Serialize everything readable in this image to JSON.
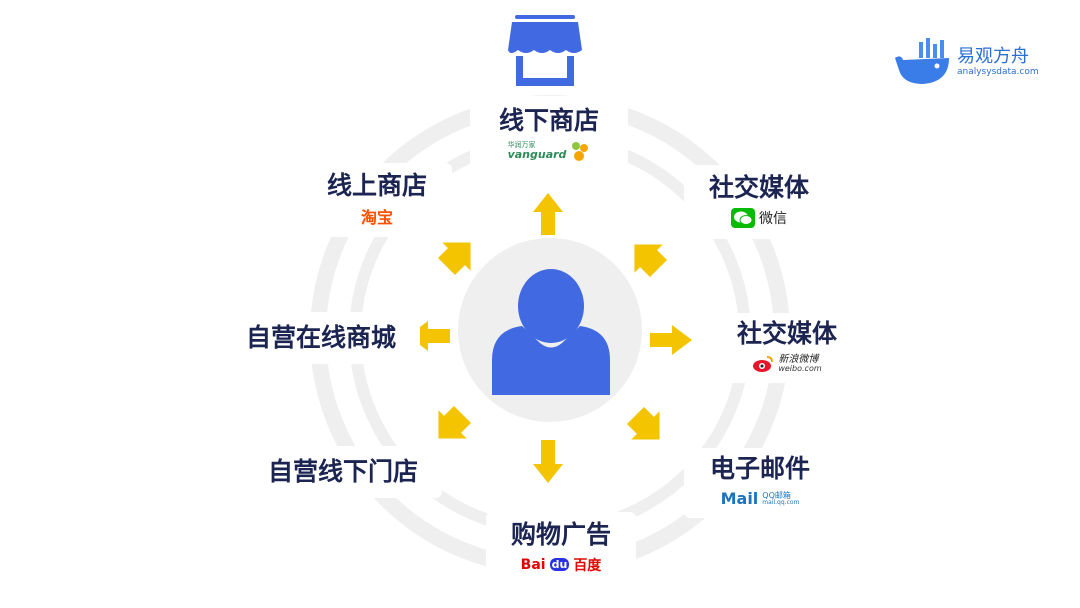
{
  "center": {
    "icon": "user-icon"
  },
  "store_icon": "store-icon",
  "channels": {
    "offline_store": {
      "label": "线下商店",
      "brand_name": "vanguard",
      "brand_cn": "华润万家"
    },
    "online_store": {
      "label": "线上商店",
      "brand_name": "淘宝"
    },
    "social_wechat": {
      "label": "社交媒体",
      "brand_name": "微信"
    },
    "social_weibo": {
      "label": "社交媒体",
      "brand_name": "新浪微博",
      "brand_url": "weibo.com"
    },
    "own_online_mall": {
      "label": "自营在线商城"
    },
    "own_offline_store": {
      "label": "自营线下门店"
    },
    "shopping_ads": {
      "label": "购物广告",
      "brand_name": "Bai",
      "brand_name2": "du",
      "brand_cn": "百度"
    },
    "email": {
      "label": "电子邮件",
      "brand_name": "Mail",
      "brand_cn": "QQ邮箱",
      "brand_url": "mail.qq.com"
    }
  },
  "watermark": {
    "name": "易观方舟",
    "url": "analysysdata.com"
  },
  "colors": {
    "accent": "#4169e1",
    "arrow": "#f5c400",
    "text": "#1c2452",
    "ring": "#efefef"
  }
}
